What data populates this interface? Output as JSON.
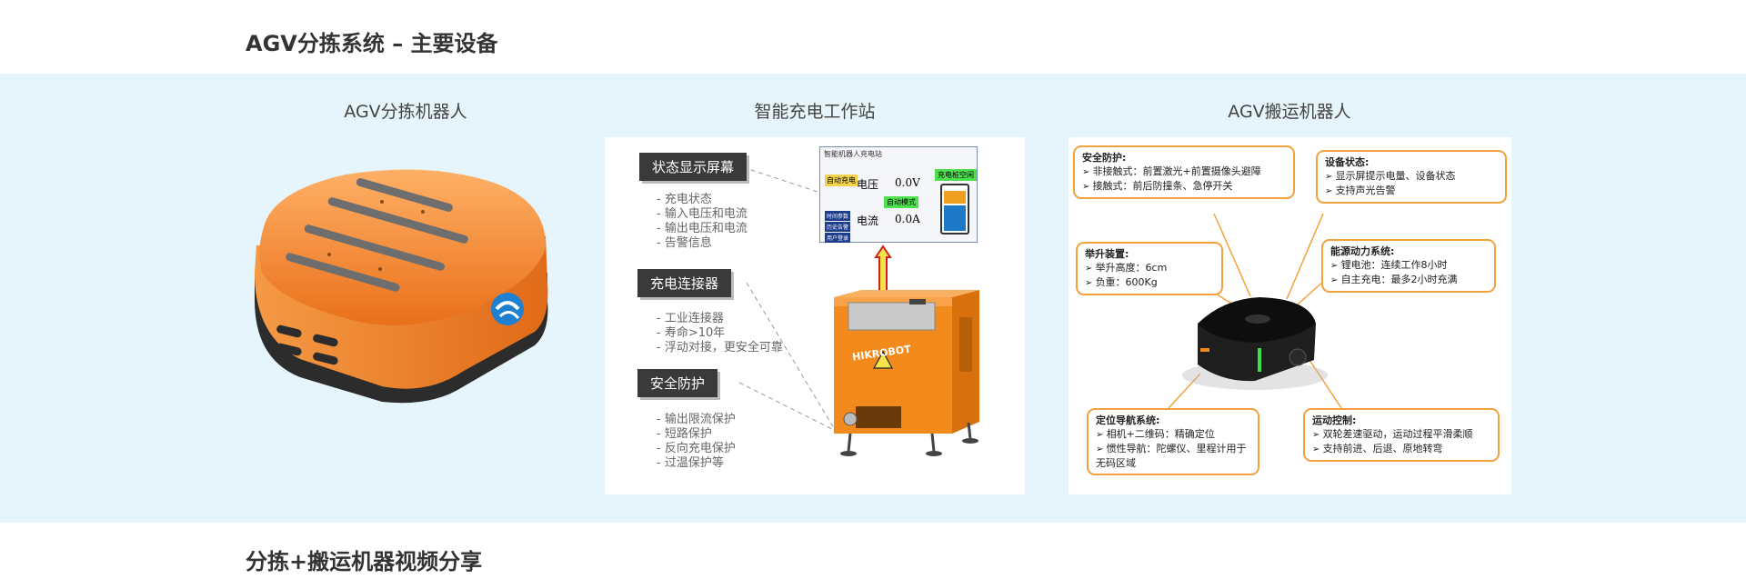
{
  "sections": {
    "main_title": "AGV分拣系统 – 主要设备",
    "video_title": "分拣+搬运机器视频分享"
  },
  "columns": [
    {
      "label": "AGV分拣机器人"
    },
    {
      "label": "智能充电工作站"
    },
    {
      "label": "AGV搬运机器人"
    }
  ],
  "charging_station": {
    "screen_box": {
      "label": "状态显示屏幕",
      "items": [
        "充电状态",
        "输入电压和电流",
        "输出电压和电流",
        "告警信息"
      ]
    },
    "connector_box": {
      "label": "充电连接器",
      "items": [
        "工业连接器",
        "寿命>10年",
        "浮动对接，更安全可靠"
      ]
    },
    "safety_box": {
      "label": "安全防护",
      "items": [
        "输出限流保护",
        "短路保护",
        "反向充电保护",
        "过温保护等"
      ]
    },
    "screen": {
      "title": "智能机器人充电站",
      "mode_button": "自动充电",
      "auto_badge": "自动模式",
      "wait_badge": "充电桩空闲",
      "voltage_label": "电压",
      "voltage_value": "0.0V",
      "current_label": "电流",
      "current_value": "0.0A",
      "btn1": "时间参数",
      "btn2": "历史告警",
      "btn3": "用户登录"
    },
    "brand": "HIKROBOT"
  },
  "transport_robot": {
    "safety": {
      "title": "安全防护:",
      "items": [
        "非接触式：前置激光+前置摄像头避障",
        "接触式：前后防撞条、急停开关"
      ]
    },
    "status": {
      "title": "设备状态:",
      "items": [
        "显示屏提示电量、设备状态",
        "支持声光告警"
      ]
    },
    "lift": {
      "title": "举升装置:",
      "items": [
        "举升高度：6cm",
        "负重：600Kg"
      ]
    },
    "power": {
      "title": "能源动力系统:",
      "items": [
        "锂电池：连续工作8小时",
        "自主充电：最多2小时充满"
      ]
    },
    "nav": {
      "title": "定位导航系统:",
      "items": [
        "相机+二维码：精确定位",
        "惯性导航：陀螺仪、里程计用于无码区域"
      ]
    },
    "motion": {
      "title": "运动控制:",
      "items": [
        "双轮差速驱动，运动过程平滑柔顺",
        "支持前进、后退、原地转弯"
      ]
    }
  },
  "colors": {
    "band_bg": "#e6f5fb",
    "robot_orange": "#f58a2e",
    "box_border": "#f2a13c",
    "tag_dark": "#3a3a3a"
  }
}
